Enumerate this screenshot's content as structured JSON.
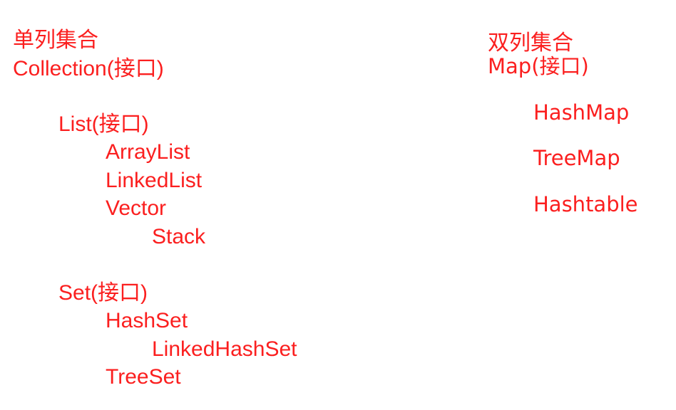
{
  "accent_color": "#fb1f1f",
  "single_column": {
    "title": "单列集合",
    "interface": "Collection(接口)",
    "list": {
      "interface": "List(接口)",
      "array_list": "ArrayList",
      "linked_list": "LinkedList",
      "vector": "Vector",
      "stack": "Stack"
    },
    "set": {
      "interface": "Set(接口)",
      "hash_set": "HashSet",
      "linked_hash_set": "LinkedHashSet",
      "tree_set": "TreeSet"
    }
  },
  "double_column": {
    "title": "双列集合",
    "interface": "Map(接口)",
    "hash_map": "HashMap",
    "tree_map": "TreeMap",
    "hashtable": "Hashtable"
  }
}
